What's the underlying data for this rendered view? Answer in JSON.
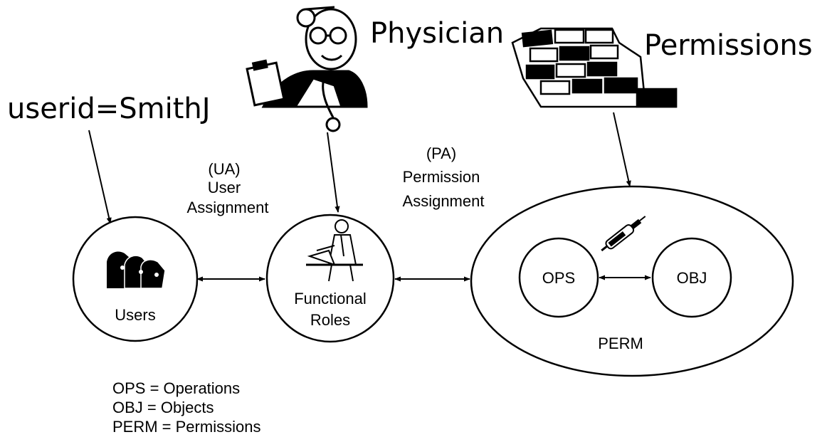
{
  "labels": {
    "userid": "userid=SmithJ",
    "physician": "Physician",
    "permissions": "Permissions",
    "ua_abbr": "(UA)",
    "ua_line1": "User",
    "ua_line2": "Assignment",
    "pa_abbr": "(PA)",
    "pa_line1": "Permission",
    "pa_line2": "Assignment",
    "users": "Users",
    "roles_line1": "Functional",
    "roles_line2": "Roles",
    "ops": "OPS",
    "obj": "OBJ",
    "perm": "PERM"
  },
  "legend": [
    "OPS = Operations",
    "OBJ = Objects",
    "PERM = Permissions"
  ],
  "icons": [
    "physician-icon",
    "brick-wall-icon",
    "users-icon",
    "person-at-desk-icon",
    "syringe-icon"
  ]
}
